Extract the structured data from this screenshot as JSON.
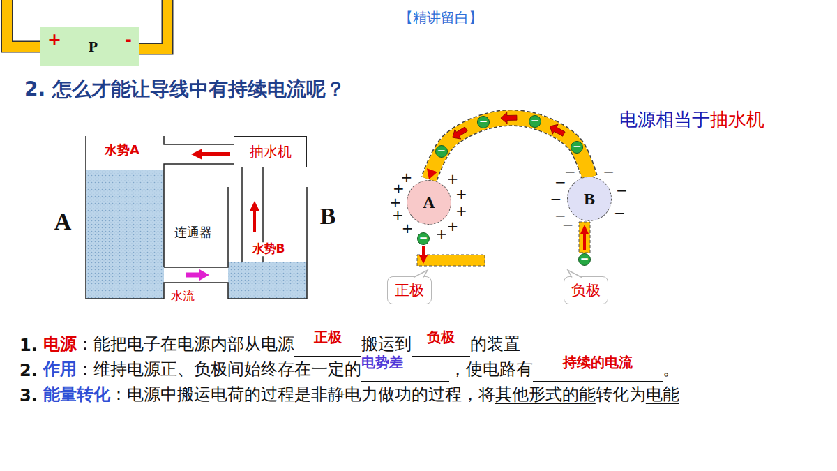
{
  "diagram": {
    "title": "2. 怎么才能让导线中有持续电流呢？",
    "nodes": [
      {
        "text": [
          "+",
          "P",
          "-"
        ]
      },
      {
        "text": [
          "抽水机"
        ]
      },
      {
        "text": [
          "A"
        ]
      },
      {
        "text": [
          "B"
        ]
      },
      {
        "text": [
          "正极"
        ]
      },
      {
        "text": [
          "负极"
        ]
      }
    ],
    "edges": [
      {
        "from": 3,
        "to": 2,
        "arrow": "to"
      }
    ],
    "labels": [
      "【精讲留白】",
      "水势A",
      "A",
      "连通器",
      "水势B",
      "B",
      "水流",
      "电源相当于",
      "抽水机",
      "+",
      "+",
      "+",
      "+",
      "+",
      "+",
      "+",
      "+",
      "+",
      "+",
      "−",
      "−",
      "−",
      "−",
      "−",
      "−",
      "−",
      "−",
      "−",
      "−",
      "−",
      "−",
      "−",
      "−",
      "1.",
      "电源",
      "：能把电子在电源内部从电源",
      "正极",
      "搬运到",
      "负极",
      "的装置",
      "2.",
      "作用",
      "：维持电源正、负极间始终存在一定的",
      "电势差",
      "，使电路有",
      "持续的电流",
      "。",
      "3.",
      "能量转化",
      "：电源中搬运电荷的过程是非静电力做功的过程，将",
      "其他形式的能",
      "转化为",
      "电能"
    ]
  }
}
